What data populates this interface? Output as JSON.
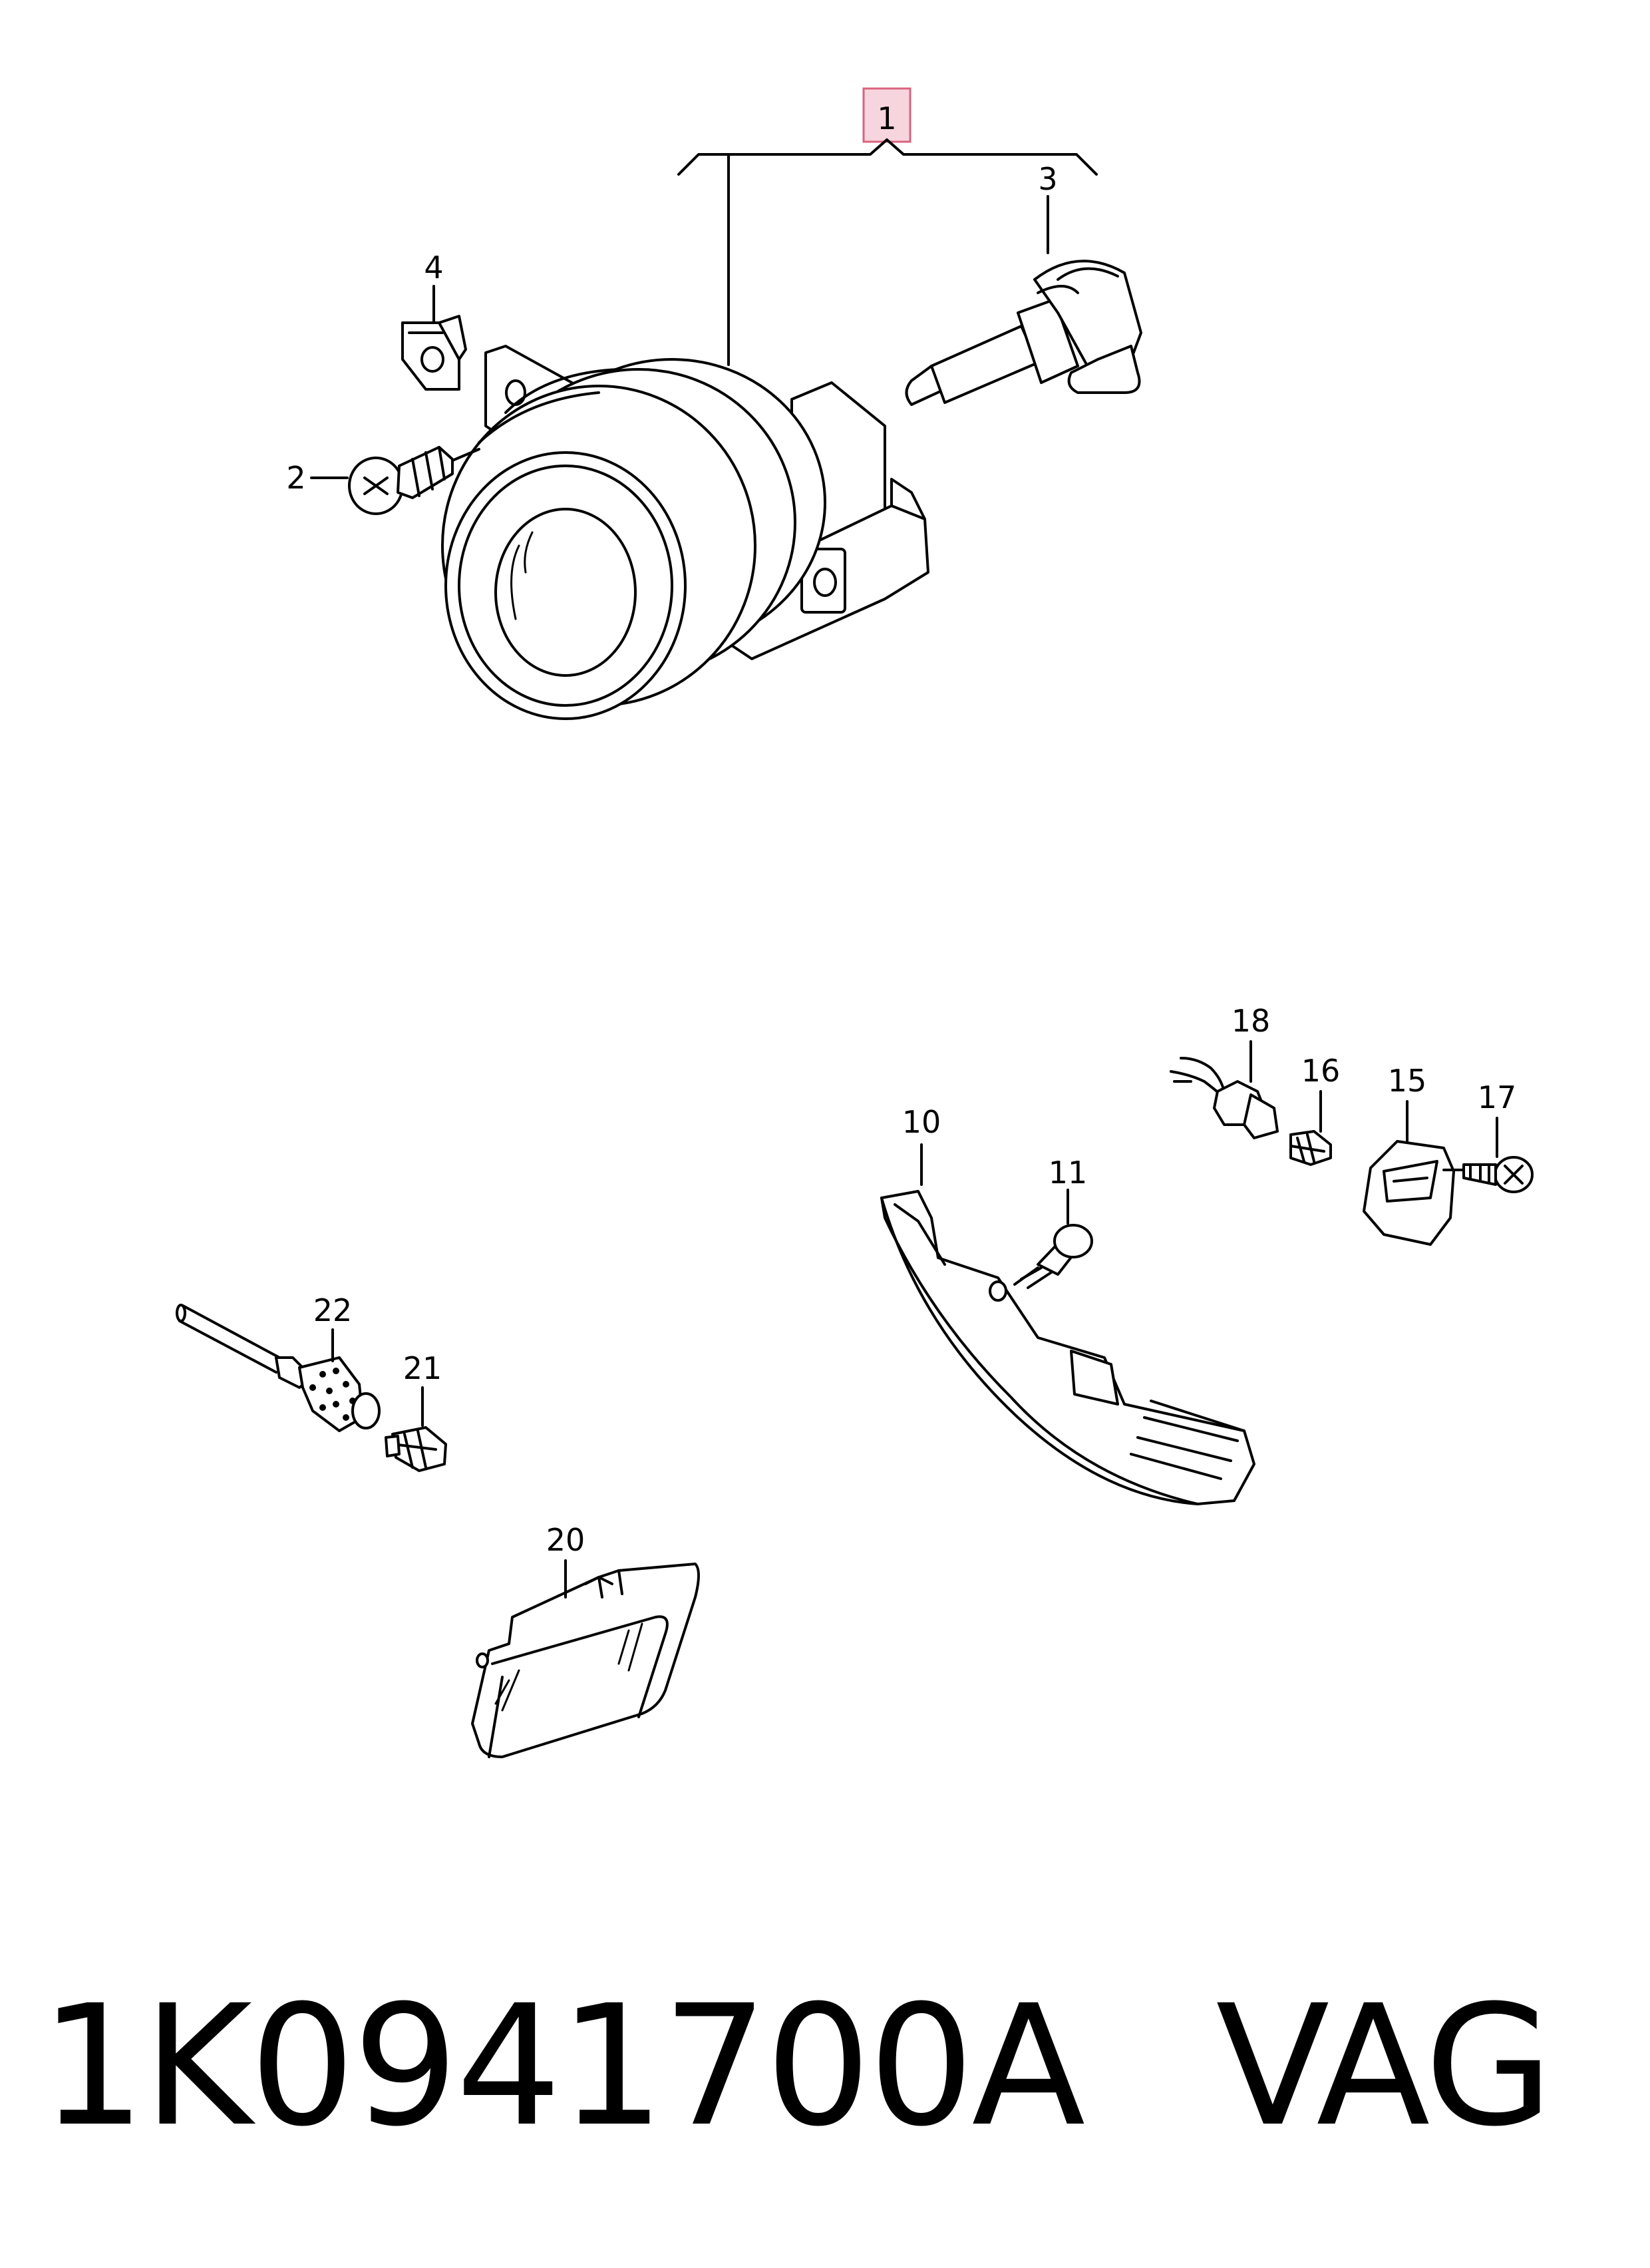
{
  "callouts": {
    "c1": "1",
    "c2": "2",
    "c3": "3",
    "c4": "4",
    "c10": "10",
    "c11": "11",
    "c15": "15",
    "c16": "16",
    "c17": "17",
    "c18": "18",
    "c20": "20",
    "c21": "21",
    "c22": "22"
  },
  "highlight_color": "#f6d5de",
  "footer": {
    "part_number": "1K0941700A",
    "brand": "VAG"
  }
}
